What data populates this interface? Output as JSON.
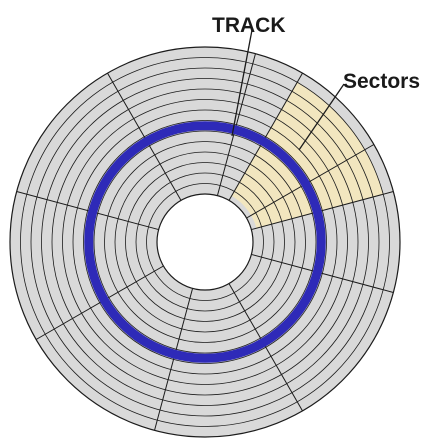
{
  "labels": {
    "track": "TRACK",
    "sectors": "Sectors"
  },
  "colors": {
    "disk_fill": "#d9d9d9",
    "track_lines": "#1c1c1c",
    "highlighted_track": "#2e2ab8",
    "highlighted_sector": "#f2e6bf",
    "background": "#ffffff"
  },
  "disk": {
    "track_count": 14,
    "sector_count": 8,
    "highlighted_track_index": 6,
    "highlighted_sector_index": 1
  }
}
